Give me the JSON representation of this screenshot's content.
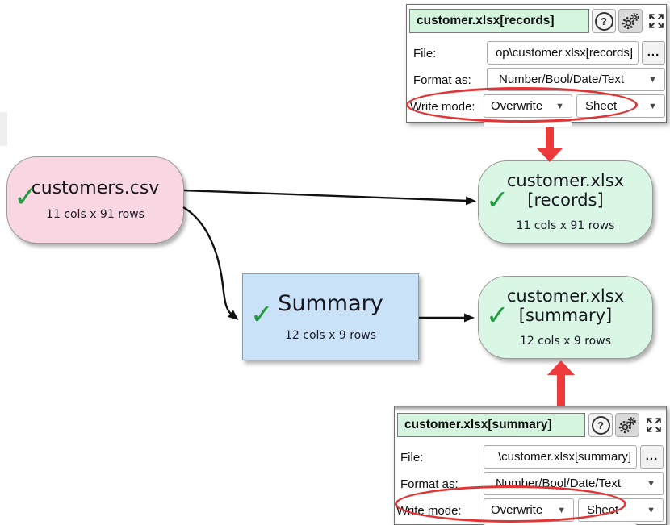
{
  "icons": {
    "check": "✓",
    "dropdown_arrow": "▼",
    "help": "?"
  },
  "colors": {
    "node_pink": "#f8d7e3",
    "node_green": "#daf6e5",
    "node_blue": "#cae2f8",
    "panel_title_green": "#d5f4de",
    "accent_red": "#e13434",
    "check_green": "#239b3f"
  },
  "nodes": {
    "source": {
      "title": "customers.csv",
      "stats": "11 cols x 91 rows"
    },
    "transform": {
      "title": "Summary",
      "stats": "12 cols x 9 rows"
    },
    "output_records": {
      "title_line1": "customer.xlsx",
      "title_line2": "[records]",
      "stats": "11 cols x 91 rows"
    },
    "output_summary": {
      "title_line1": "customer.xlsx",
      "title_line2": "[summary]",
      "stats": "12 cols x 9 rows"
    }
  },
  "panels": {
    "records": {
      "title": "customer.xlsx[records]",
      "file_label": "File:",
      "file_value": "op\\customer.xlsx[records]",
      "browse_label": "...",
      "format_label": "Format as:",
      "format_value": "Number/Bool/Date/Text",
      "write_mode_label": "Write mode:",
      "write_mode_value": "Overwrite",
      "write_target_value": "Sheet"
    },
    "summary": {
      "title": "customer.xlsx[summary]",
      "file_label": "File:",
      "file_value": "\\customer.xlsx[summary]",
      "browse_label": "...",
      "format_label": "Format as:",
      "format_value": "Number/Bool/Date/Text",
      "write_mode_label": "Write mode:",
      "write_mode_value": "Overwrite",
      "write_target_value": "Sheet"
    }
  }
}
